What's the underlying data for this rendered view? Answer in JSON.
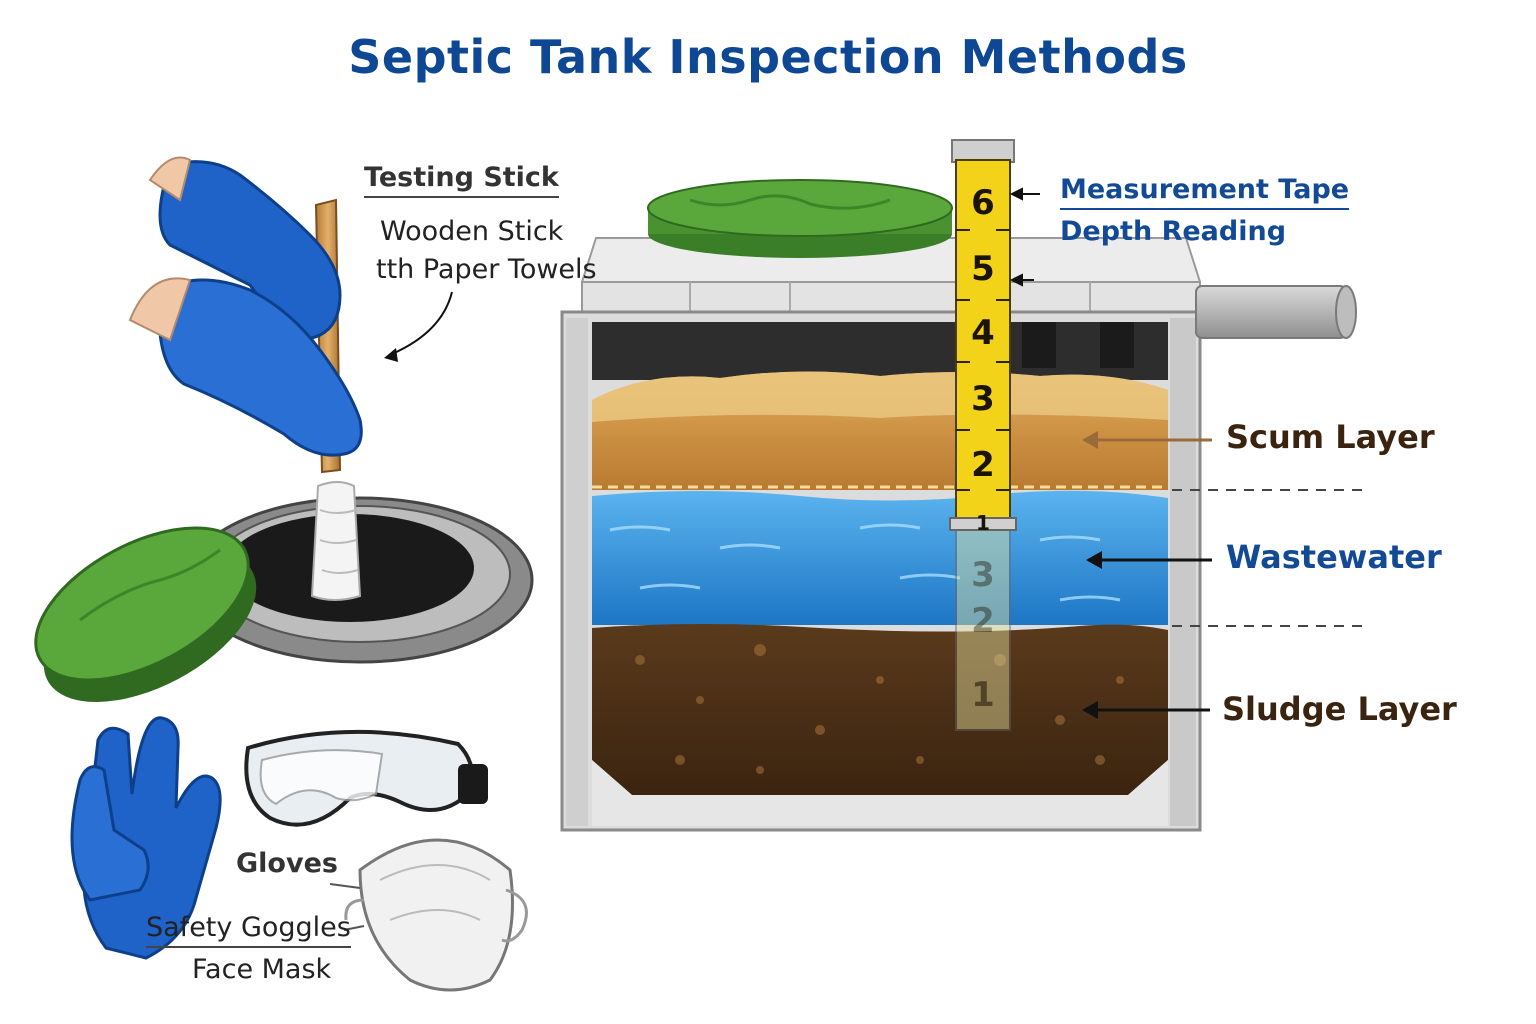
{
  "title": "Septic Tank Inspection Methods",
  "testing": {
    "heading": "Testing Stick",
    "line1": "Wooden Stick",
    "line2": "tth Paper Towels"
  },
  "tape": {
    "label1": "Measurement Tape",
    "label2": "Depth Reading",
    "marks": [
      "6",
      "5",
      "4",
      "3",
      "2",
      "1",
      "3",
      "2",
      "1"
    ]
  },
  "layers": {
    "scum": "Scum Layer",
    "water": "Wastewater",
    "sludge": "Sludge Layer"
  },
  "safety": {
    "gloves": "Gloves",
    "goggles": "Safety Goggles",
    "mask": "Face Mask"
  },
  "colors": {
    "title": "#0e4794",
    "scum": "#c98d3f",
    "water": "#2f8fd6",
    "sludge": "#4a2f17",
    "lid": "#4f9a35",
    "glove": "#1f63c8",
    "tape": "#f3d21a"
  }
}
